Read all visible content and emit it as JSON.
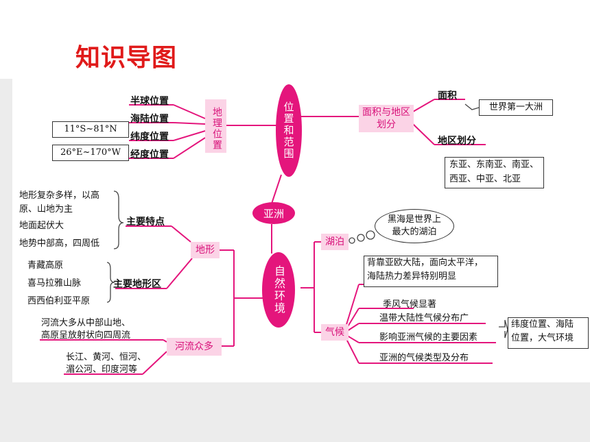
{
  "title": "知识导图",
  "center": "亚洲",
  "upper": {
    "hub": "位置和范围",
    "location": {
      "label": "地理位置",
      "items": [
        "半球位置",
        "海陆位置",
        "纬度位置",
        "经度位置"
      ],
      "lat_range": "11°S~81°N",
      "lon_range": "26°E~170°W"
    },
    "area": {
      "label": "面积与地区划分",
      "area_label": "面积",
      "area_note": "世界第一大洲",
      "region_label": "地区划分",
      "regions": [
        "东亚、东南亚、南亚、",
        "西亚、中亚、北亚"
      ]
    }
  },
  "lower": {
    "hub": "自然环境",
    "terrain": {
      "label": "地形",
      "features_label": "主要特点",
      "features": [
        "地形复杂多样，以高",
        "原、山地为主",
        "地面起伏大",
        "地势中部高，四周低"
      ],
      "regions_label": "主要地形区",
      "regions": [
        "青藏高原",
        "喜马拉雅山脉",
        "西西伯利亚平原"
      ]
    },
    "rivers": {
      "label": "河流众多",
      "notes1": [
        "河流大多从中部山地、",
        "高原呈放射状向四周流"
      ],
      "notes2": [
        "长江、黄河、恒河、",
        "湄公河、印度河等"
      ]
    },
    "lake": {
      "label": "湖泊",
      "note": [
        "黑海是世界上",
        "最大的湖泊"
      ]
    },
    "climate": {
      "label": "气候",
      "intro": [
        "背靠亚欧大陆，面向太平洋，",
        "海陆热力差异特别明显"
      ],
      "items": [
        "季风气候显著",
        "温带大陆性气候分布广",
        "影响亚洲气候的主要因素",
        "亚洲的气候类型及分布"
      ],
      "factors": [
        "纬度位置、海陆",
        "位置，大气环境"
      ]
    }
  }
}
